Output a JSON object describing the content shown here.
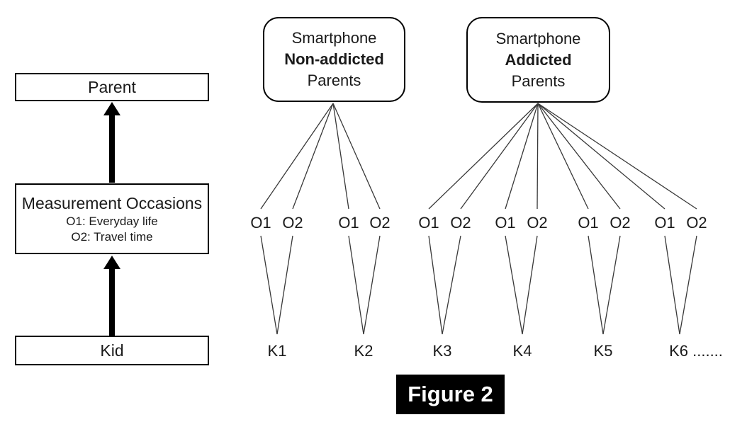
{
  "caption": "Figure 2",
  "colors": {
    "background": "#ffffff",
    "ink": "#000000",
    "thin_line": "#383838",
    "caption_bg": "#000000",
    "caption_text": "#ffffff"
  },
  "left_flow": {
    "parent_label": "Parent",
    "measurement_title": "Measurement Occasions",
    "measurement_o1": "O1: Everyday life",
    "measurement_o2": "O2: Travel time",
    "kid_label": "Kid"
  },
  "groups": [
    {
      "line1": "Smartphone",
      "line2": "Non-addicted",
      "line3": "Parents"
    },
    {
      "line1": "Smartphone",
      "line2": "Addicted",
      "line3": "Parents"
    }
  ],
  "occasion_labels": [
    "O1",
    "O2",
    "O1",
    "O2",
    "O1",
    "O2",
    "O1",
    "O2",
    "O1",
    "O2",
    "O1",
    "O2"
  ],
  "kid_labels": [
    "K1",
    "K2",
    "K3",
    "K4",
    "K5",
    "K6 ......."
  ]
}
